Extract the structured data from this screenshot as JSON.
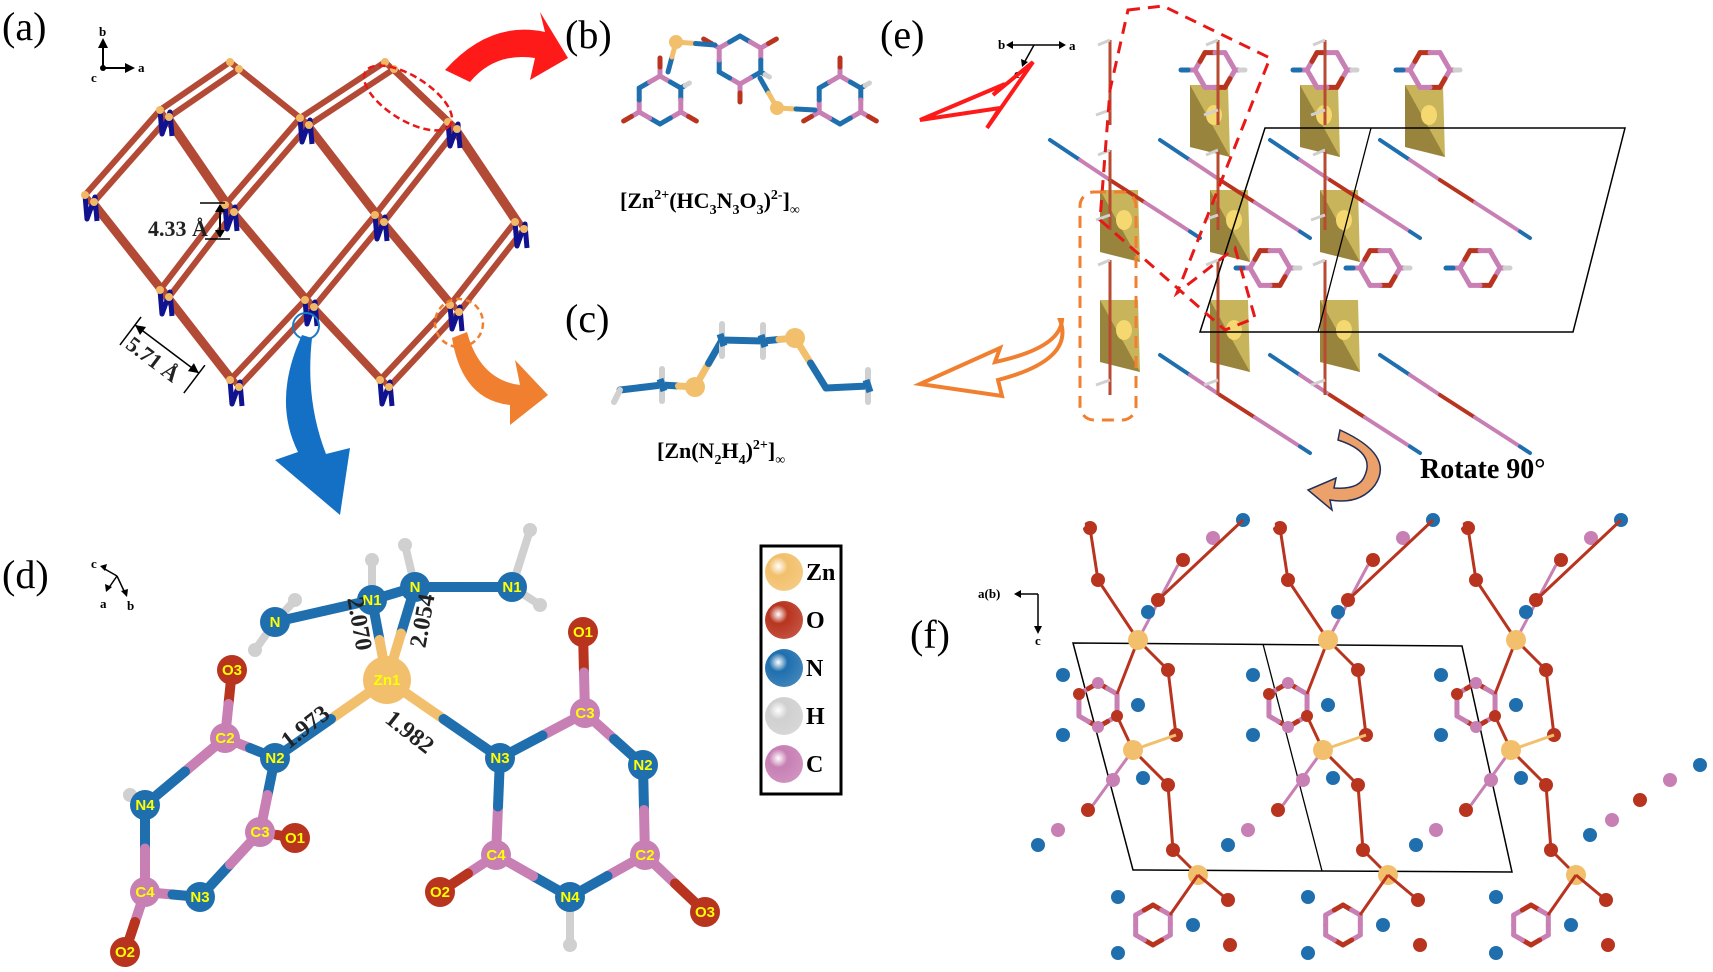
{
  "figure": {
    "panels": {
      "a": {
        "label": "(a)",
        "description": "Zn–hydrazine–cyanurate layered framework",
        "axes": {
          "up": "b",
          "right": "a",
          "out": "c"
        },
        "distances": [
          {
            "value": "4.33 Å",
            "meaning": "interlayer spacing"
          },
          {
            "value": "5.71 Å",
            "meaning": "rhombus edge spacing"
          }
        ]
      },
      "b": {
        "label": "(b)",
        "formula_parts": [
          "[Zn",
          "2+",
          "(HC",
          "3",
          "N",
          "3",
          "O",
          "3",
          ")",
          "2-",
          "]",
          "∞"
        ],
        "formula_text": "[Zn2+(HC3N3O3)2-]∞"
      },
      "c": {
        "label": "(c)",
        "formula_parts": [
          "[Zn(N",
          "2",
          "H",
          "4",
          ")",
          "2+",
          "]",
          "∞"
        ],
        "formula_text": "[Zn(N2H4)2+]∞"
      },
      "d": {
        "label": "(d)",
        "axes": {
          "c": "c",
          "a": "a",
          "b": "b"
        },
        "center_atom": "Zn1",
        "bond_lengths": [
          {
            "bond": "Zn1–N1",
            "value": "2.070"
          },
          {
            "bond": "Zn1–N",
            "value": "2.054"
          },
          {
            "bond": "Zn1–N2",
            "value": "1.973"
          },
          {
            "bond": "Zn1–N3",
            "value": "1.982"
          }
        ],
        "atom_labels": [
          "N",
          "N1",
          "N",
          "N1",
          "Zn1",
          "O3",
          "O1",
          "C2",
          "N2",
          "C3",
          "N3",
          "N2",
          "N4",
          "C3",
          "O1",
          "C4",
          "N3",
          "C4",
          "C2",
          "O2",
          "N4",
          "O2",
          "O3"
        ]
      },
      "e": {
        "label": "(e)",
        "axes": {
          "left": "b",
          "right": "a",
          "down_left": "c"
        }
      },
      "f": {
        "label": "(f)",
        "axes": {
          "left": "a(b)",
          "down": "c"
        }
      }
    },
    "rotate_label": "Rotate 90°",
    "legend": [
      {
        "element": "Zn",
        "color": "#f2c06c"
      },
      {
        "element": "O",
        "color": "#b8341f"
      },
      {
        "element": "N",
        "color": "#1f6fae"
      },
      {
        "element": "H",
        "color": "#d0d0d0"
      },
      {
        "element": "C",
        "color": "#c77fb4"
      }
    ],
    "colors": {
      "bond_lattice": "#b24a35",
      "hydrazine_lattice": "#10128f",
      "zn_node": "#f2b866",
      "arrow_red": "#ff1a1a",
      "arrow_orange": "#f08030",
      "arrow_blue": "#1470c4",
      "polyhedron": "#c8b45a",
      "polyhedron_dark": "#8a7434"
    }
  }
}
